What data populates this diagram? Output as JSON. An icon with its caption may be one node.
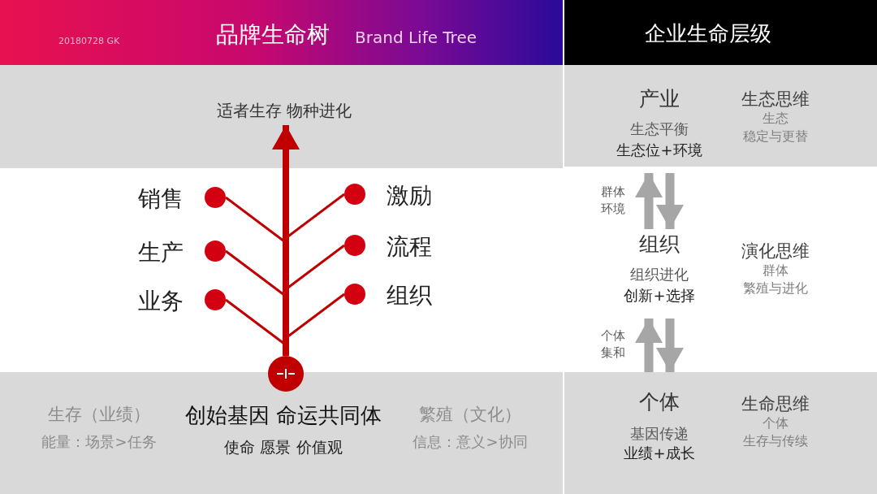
{
  "diagram": {
    "title": "品牌生命树",
    "nodes": [
      {
        "text": [
          "适者生存 物种进化"
        ]
      },
      {
        "text": [
          "销售"
        ]
      },
      {
        "text": [
          "激励"
        ]
      },
      {
        "text": [
          "生产"
        ]
      },
      {
        "text": [
          "流程"
        ]
      },
      {
        "text": [
          "业务"
        ]
      },
      {
        "text": [
          "组织"
        ]
      },
      {
        "text": [],
        "shape": "circle"
      },
      {
        "text": [
          "产业",
          "生态平衡",
          "生态位+环境"
        ]
      },
      {
        "text": [
          "生态思维",
          "生态",
          "稳定与更替"
        ]
      },
      {
        "text": [
          "组织",
          "组织进化",
          "创新+选择"
        ]
      },
      {
        "text": [
          "演化思维",
          "群体",
          "繁殖与进化"
        ]
      },
      {
        "text": [
          "个体",
          "基因传递",
          "业绩+成长"
        ]
      },
      {
        "text": [
          "生命思维",
          "个体",
          "生存与传续"
        ]
      }
    ],
    "edges": [
      {
        "from": 7,
        "to": 0,
        "arrow": "to",
        "style": "thick"
      },
      {
        "from": 7,
        "to": 1,
        "arrow": "none"
      },
      {
        "from": 7,
        "to": 2,
        "arrow": "none"
      },
      {
        "from": 7,
        "to": 3,
        "arrow": "none"
      },
      {
        "from": 7,
        "to": 4,
        "arrow": "none"
      },
      {
        "from": 7,
        "to": 5,
        "arrow": "none"
      },
      {
        "from": 7,
        "to": 6,
        "arrow": "none"
      },
      {
        "from": 10,
        "to": 8,
        "arrow": "to",
        "label": "群体环境",
        "style": "thick",
        "color": "#a6a6a6"
      },
      {
        "from": 8,
        "to": 10,
        "arrow": "to",
        "style": "thick",
        "color": "#a6a6a6"
      },
      {
        "from": 12,
        "to": 10,
        "arrow": "to",
        "label": "个体集和",
        "style": "thick",
        "color": "#a6a6a6"
      },
      {
        "from": 10,
        "to": 12,
        "arrow": "to",
        "style": "thick",
        "color": "#a6a6a6"
      }
    ],
    "labels": [
      "20180728 GK",
      "Brand Life Tree",
      "企业生命层级",
      "生存（业绩）",
      "能量：场景>任务",
      "创始基因 命运共同体",
      "使命 愿景 价值观",
      "繁殖（文化）",
      "信息：意义>协同"
    ]
  }
}
